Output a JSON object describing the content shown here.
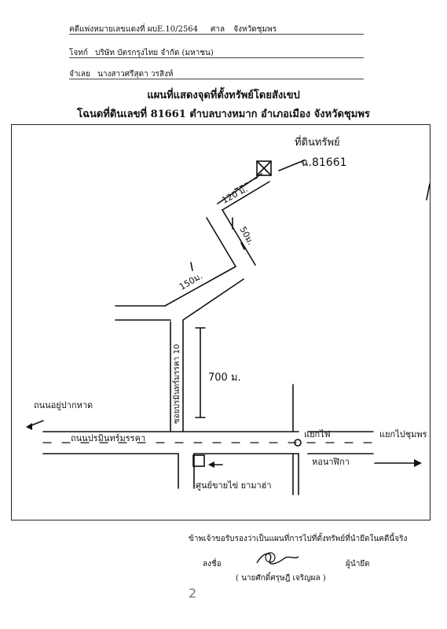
{
  "header": {
    "case_label": "คดีแพ่งหมายเลขแดงที่ ผบE.10/2564",
    "court_label": "ศาล",
    "court_value": "จังหวัดชุมพร",
    "plaintiff_label": "โจทก์",
    "plaintiff_value": "บริษัท บัตรกรุงไทย จำกัด (มหาชน)",
    "defendant_label": "จำเลย",
    "defendant_value": "นางสาวศรีสุดา วรสิงห์"
  },
  "title": {
    "line1": "แผนที่แสดงจุดที่ตั้งทรัพย์โดยสังเขป",
    "line2": "โฉนดที่ดินเลขที่ 81661 ตำบลบางหมาก อำเภอเมือง จังหวัดชุมพร"
  },
  "map": {
    "property_label": "ที่ดินทรัพย์",
    "deed_number": "ฉ.81661",
    "dist_120": "120 ม.",
    "dist_50": "50ม.",
    "dist_150": "150ม.",
    "dist_700": "700 ม.",
    "soi_label": "ซอยปรมินทร์มรรคา 10",
    "road_label": "ถนนปรมินทร์มรรคา",
    "left_dest": "ถนนอยู่ปากหาด",
    "intersection": "แยกไฟ",
    "right_dest": "แยกไปชุมพร",
    "clock_tower": "หอนาฬิกา",
    "landmark": "ศูนย์ขายไข่ ยามาฮ่า"
  },
  "footer": {
    "certify": "ข้าพเจ้าขอรับรองว่าเป็นแผนที่การไปที่ตั้งทรัพย์ที่นำยึดในคดีนี้จริง",
    "sign_label": "ลงชื่อ",
    "role_label": "ผู้นำยึด",
    "signer_name": "( นายศักดิ์ศรุษฎี เจริญผล )",
    "page_mark": "2"
  }
}
